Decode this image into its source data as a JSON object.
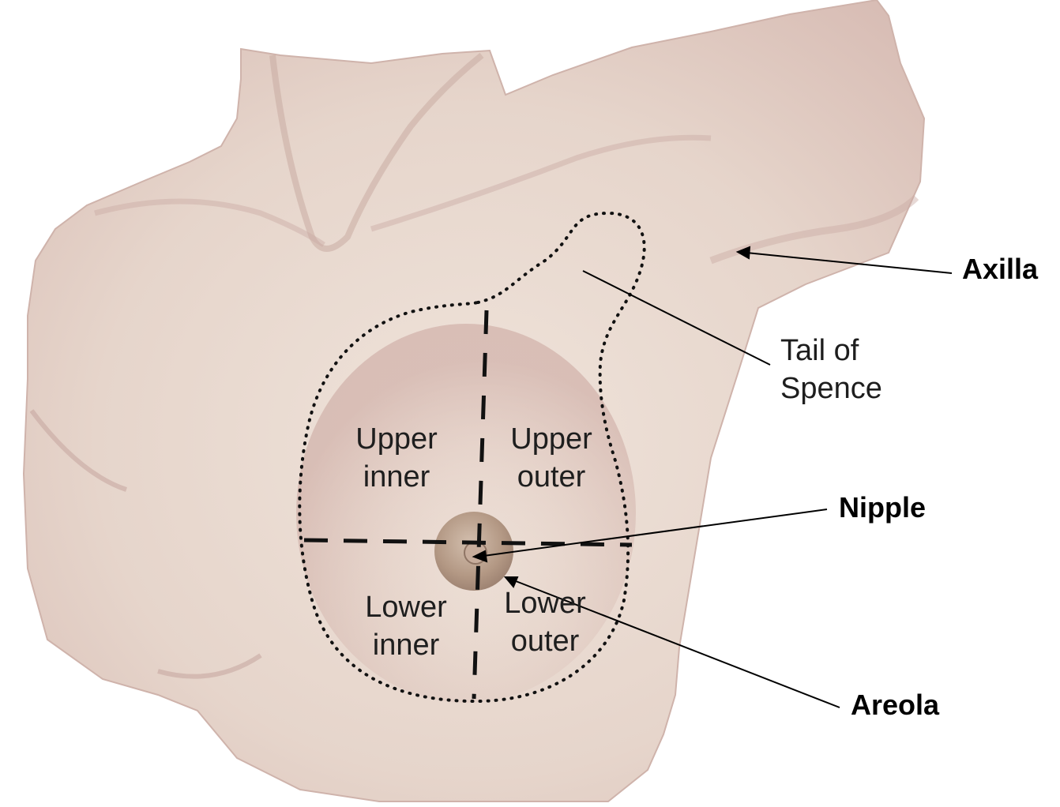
{
  "colors": {
    "skin": "#eadbd0",
    "skin_shadow": "#cda9a3",
    "areola": "#b89e8c",
    "outline_dotted": "#111111",
    "quadrant_dashes": "#111111",
    "leader_line": "#000000"
  },
  "quadrants": {
    "upper_inner": [
      "Upper",
      "inner"
    ],
    "upper_outer": [
      "Upper",
      "outer"
    ],
    "lower_inner": [
      "Lower",
      "inner"
    ],
    "lower_outer": [
      "Lower",
      "outer"
    ]
  },
  "tail_of_spence": [
    "Tail of",
    "Spence"
  ],
  "callouts": {
    "axilla": "Axilla",
    "nipple": "Nipple",
    "areola": "Areola"
  }
}
